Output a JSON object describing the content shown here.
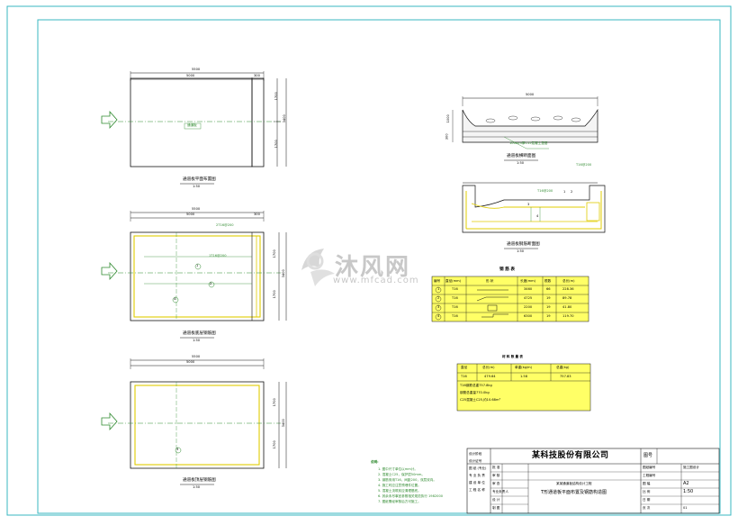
{
  "company": "某科技股份有限公司",
  "watermark": {
    "brand": "沐风网",
    "url": "www.mfcad.com"
  },
  "plan1": {
    "title": "通道板平面布置图",
    "scale": "1:50",
    "dim_total": "5500",
    "dim_a": "5000",
    "dim_b": "300",
    "dim_h1": "1700",
    "dim_h2": "1700",
    "dim_total_v": "3400",
    "center_label": "通道板"
  },
  "plan2": {
    "title": "通道板底层钢筋图",
    "scale": "1:50",
    "dim_total": "5500",
    "dim_a": "5000",
    "dim_b": "300",
    "dim_v1": "1700",
    "dim_v2": "1700",
    "dim_total_v": "3400",
    "rebar_top": "2T16@200",
    "rebar_side": "1T16@200",
    "callout1": "1",
    "callout2": "2",
    "callout4": "4"
  },
  "plan3": {
    "title": "通道板顶层钢筋图",
    "scale": "1:50",
    "dim_total": "5500",
    "dim_a": "5000",
    "dim_v1": "1700",
    "dim_v2": "1700",
    "dim_total_v": "3400",
    "callout": "3"
  },
  "section1": {
    "title": "通道板横断面图",
    "scale": "1:50",
    "dim_top": "5000",
    "dim_v1": "1000",
    "dim_v2": "300",
    "note": "100mm厚C15混凝土垫层",
    "note2": "T16@200"
  },
  "section2": {
    "title": "通道板钢筋断面图",
    "scale": "1:50",
    "label_top": "T16@200",
    "callouts": [
      "1",
      "2",
      "3",
      "4"
    ]
  },
  "rebar_table": {
    "title": "钢 筋 表",
    "headers": [
      "编号",
      "直径(mm)",
      "形 状",
      "长度(mm)",
      "根数",
      "总长(m)"
    ],
    "rows": [
      {
        "no": "1",
        "dia": "T16",
        "len": "3460",
        "count": "66",
        "total": "228.36"
      },
      {
        "no": "2",
        "dia": "T16",
        "len": "4725",
        "count": "19",
        "total": "89.78"
      },
      {
        "no": "3",
        "dia": "T16",
        "len": "2200",
        "count": "19",
        "total": "41.80"
      },
      {
        "no": "4",
        "dia": "T16",
        "len": "6300",
        "count": "19",
        "total": "119.70"
      }
    ]
  },
  "material_table": {
    "title": "材 料 数 量 表",
    "headers": [
      "直径",
      "总长(m)",
      "单重(kg/m)",
      "总重(kg)"
    ],
    "row": {
      "dia": "T16",
      "total": "479.64",
      "unit": "1.58",
      "weight": "757.83"
    },
    "notes": [
      "T16钢筋总重757.8kg",
      "钢筋总重量770.0kg",
      "C25混凝土C25,约10.68m³"
    ]
  },
  "notes_block": {
    "title": "说明:",
    "lines": [
      "1. 图中尺寸单位以mm计。",
      "2. 混凝土C25，保护层50mm。",
      "3. 钢筋采用T16，间距200，双层双向。",
      "4. 施工时应注意预埋件位置。",
      "5. 混凝土浇筑前应清理基底。",
      "6. 其余未尽事宜参照相关规范执行 1982000",
      "7. 图纸需经审核后方可施工。"
    ]
  },
  "title_block": {
    "left_rows": [
      "设计阶段",
      "设计证号",
      "图 纸 (专业)",
      "专 业 负 责",
      "建 设 单 位",
      "工 程 名 称"
    ],
    "left_values": [
      "施工图",
      "",
      "",
      "",
      "",
      ""
    ],
    "mid_labels": [
      "批 准",
      "审 核",
      "审 查",
      "专业负责人",
      "设 计",
      "制 图"
    ],
    "project": "某某通道板结构设计工程",
    "drawing": "T形通道板平面布置及钢筋构造图",
    "fig_no_label": "图号",
    "right_rows": [
      {
        "k": "图纸编号",
        "v": "施工图设计"
      },
      {
        "k": "工程编号",
        "v": ""
      },
      {
        "k": "图 幅",
        "v": "A2"
      },
      {
        "k": "比 例",
        "v": "1:50"
      },
      {
        "k": "日 期",
        "v": ""
      },
      {
        "k": "页 次",
        "v": "01"
      }
    ]
  },
  "colors": {
    "frame": "#39b7c2",
    "outline": "#111111",
    "green": "#2f8a2f",
    "yellow": "#e0cc00",
    "red": "#cc2222",
    "watermark": "#c8c8c8"
  }
}
